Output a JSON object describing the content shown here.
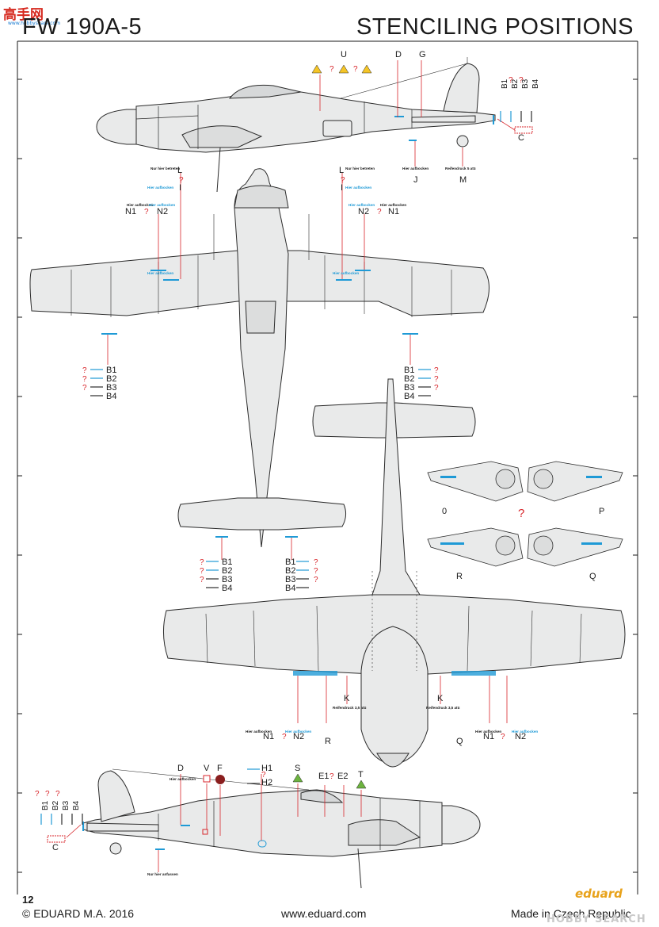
{
  "header": {
    "title_left": "FW 190A-5",
    "title_right": "STENCILING POSITIONS"
  },
  "watermark_logo": {
    "name": "高手网",
    "url": "www.hobbyshare.com"
  },
  "callouts": {
    "U": "U",
    "D": "D",
    "G": "G",
    "C": "C",
    "J": "J",
    "M": "M",
    "L": "L",
    "I": "I",
    "N1": "N1",
    "N2": "N2",
    "B1": "B1",
    "B2": "B2",
    "B3": "B3",
    "B4": "B4",
    "O": "0",
    "P": "P",
    "R": "R",
    "Q": "Q",
    "K": "K",
    "V": "V",
    "F": "F",
    "H1": "H1",
    "H2": "H2",
    "S": "S",
    "E1": "E1",
    "E2": "E2",
    "T": "T",
    "unknown": "?"
  },
  "stencils": {
    "nur_hier_betreten": "Nur hier betreten",
    "hier_aufbocken": "Hier aufbocken",
    "hier_aufbocken_alt": "Hier aufbocken",
    "reifendruck_5": "Reifendruck 5 atü",
    "reifendruck_35": "Reifendruck 3,5 atü",
    "nur_hier_anfassen": "Nur hier anfassen"
  },
  "footer": {
    "page_number": "12",
    "copyright": "© EDUARD  M.A. 2016",
    "website": "www.eduard.com",
    "made_in": "Made in Czech Republic",
    "brand": "eduard",
    "watermark": "HOBBY SEARCH"
  },
  "colors": {
    "aircraft_fill": "#e9eaea",
    "outline": "#2b2b2b",
    "stencil_blue": "#1f9ad6",
    "question_red": "#d8262b",
    "warning_yellow": "#f5c526"
  }
}
